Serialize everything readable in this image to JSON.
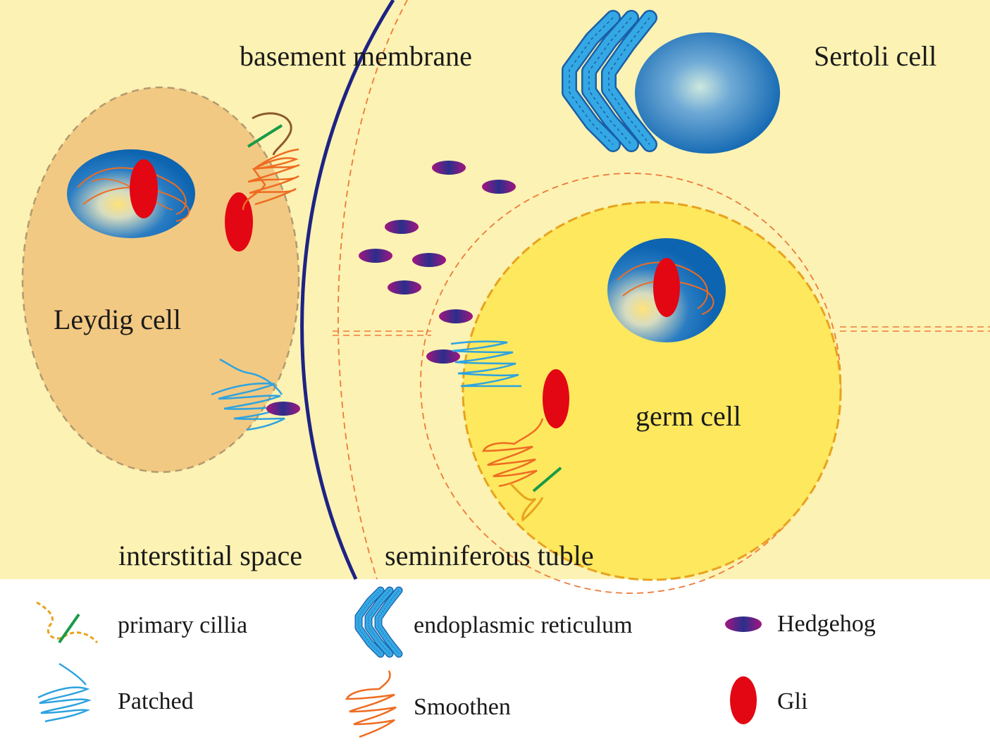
{
  "regions": {
    "basement_membrane": "basement membrane",
    "sertoli_cell": "Sertoli cell",
    "leydig_cell": "Leydig cell",
    "germ_cell": "germ cell",
    "interstitial_space": "interstitial space",
    "seminiferous_tubule": "seminiferous tuble"
  },
  "legend": {
    "primary_cilia": "primary cillia",
    "patched": "Patched",
    "endoplasmic_reticulum": "endoplasmic reticulum",
    "smoothen": "Smoothen",
    "hedgehog": "Hedgehog",
    "gli": "Gli"
  },
  "colors": {
    "background": "#FCF2B3",
    "leydig_cytoplasm": "#F2C982",
    "germ_cytoplasm": "#FDE85E",
    "nucleus": "#1068B4",
    "basement_membrane": "#1E2384",
    "gli": "#E30613",
    "smoothen": "#EE6C22",
    "patched": "#2EA3DF",
    "cilia_shaft": "#1A9A46",
    "cilia_outline": "#E9A21C",
    "hedgehog_center": "#2A2E8C",
    "hedgehog_edge": "#A3167F",
    "dashed_line": "#EE7A3A"
  }
}
